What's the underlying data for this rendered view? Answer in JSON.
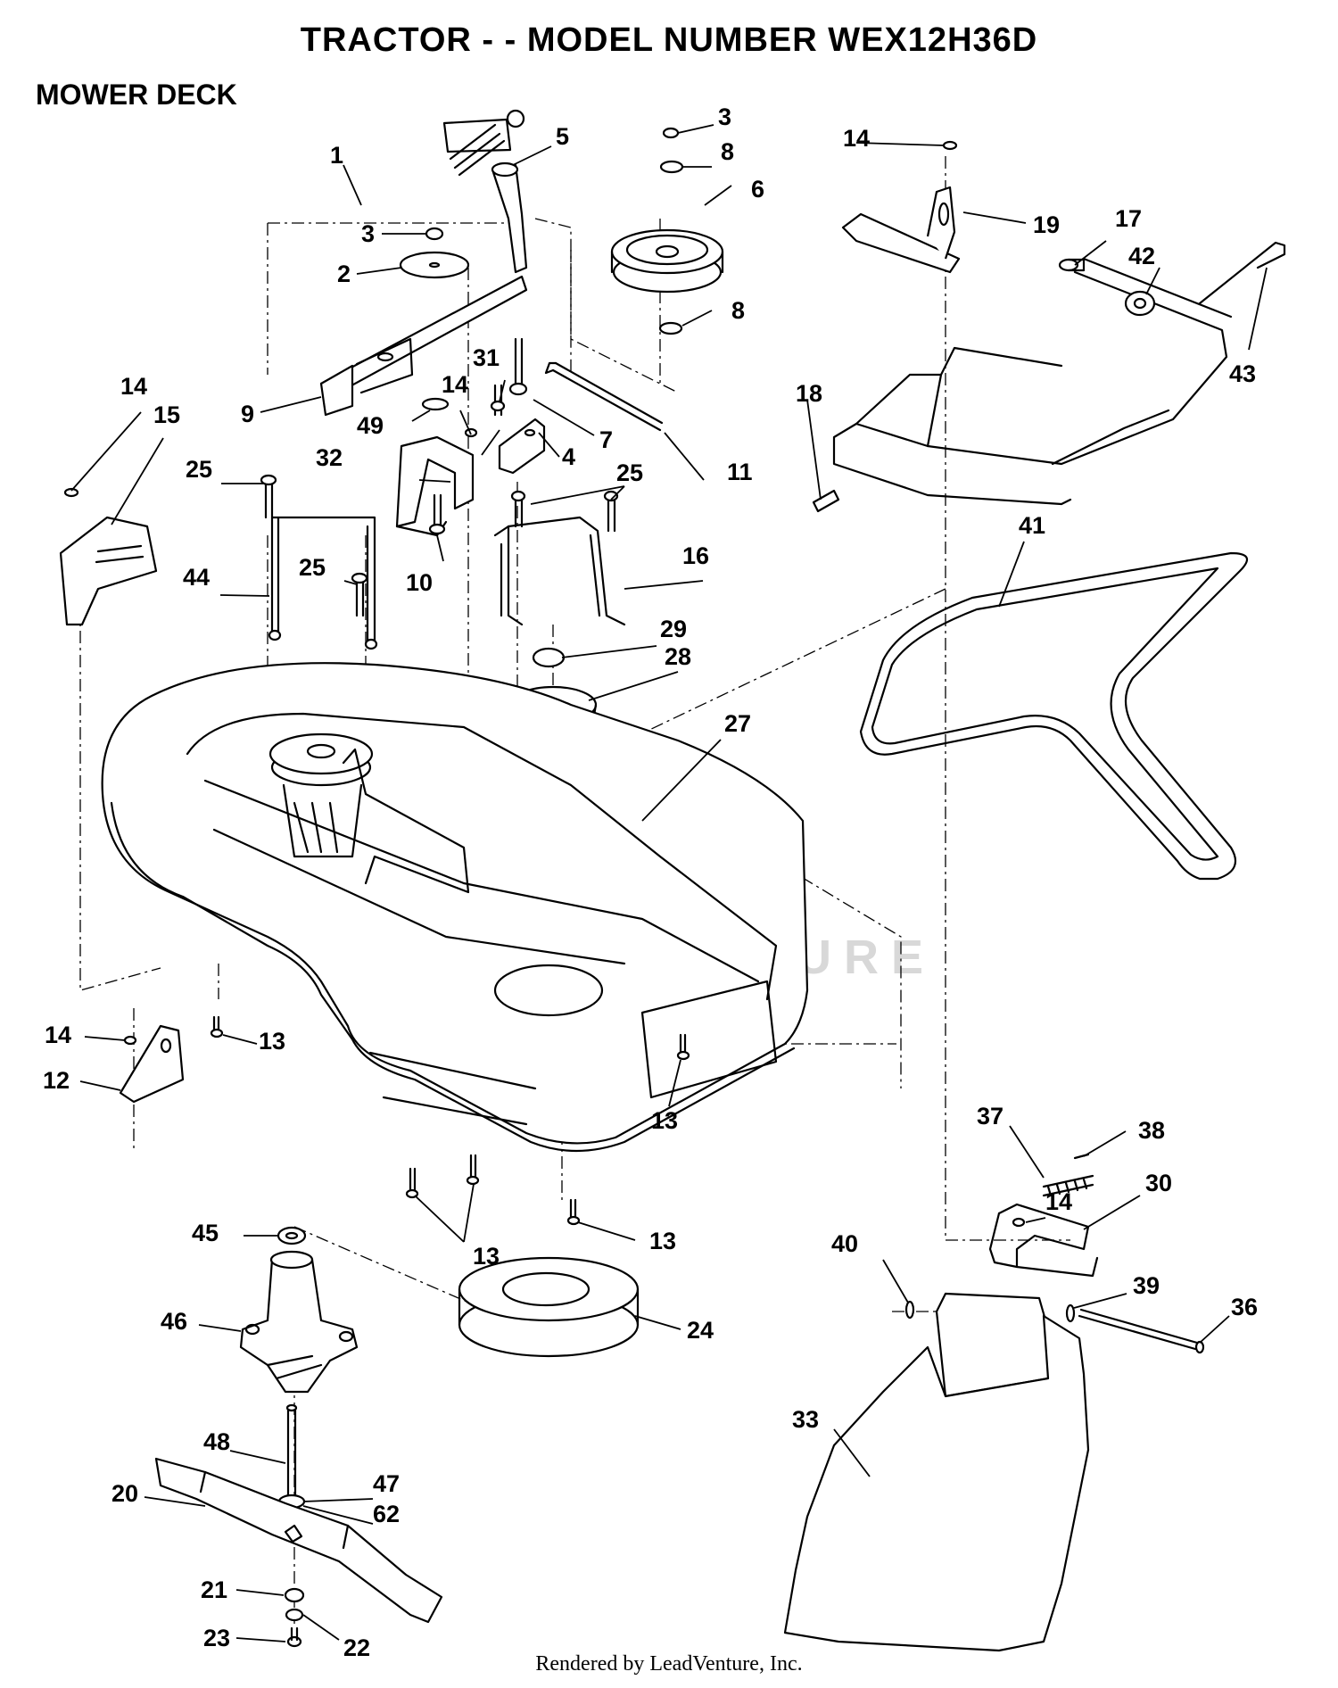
{
  "header": {
    "title": "TRACTOR - - MODEL NUMBER WEX12H36D",
    "section": "MOWER DECK"
  },
  "footer": {
    "text": "Rendered by LeadVenture, Inc."
  },
  "watermark": {
    "text": "LEADVENTURE"
  },
  "callouts": [
    {
      "id": "c1",
      "label": "1"
    },
    {
      "id": "c2",
      "label": "2"
    },
    {
      "id": "c3a",
      "label": "3"
    },
    {
      "id": "c3b",
      "label": "3"
    },
    {
      "id": "c4",
      "label": "4"
    },
    {
      "id": "c5",
      "label": "5"
    },
    {
      "id": "c6",
      "label": "6"
    },
    {
      "id": "c7",
      "label": "7"
    },
    {
      "id": "c8a",
      "label": "8"
    },
    {
      "id": "c8b",
      "label": "8"
    },
    {
      "id": "c9",
      "label": "9"
    },
    {
      "id": "c10",
      "label": "10"
    },
    {
      "id": "c11",
      "label": "11"
    },
    {
      "id": "c12",
      "label": "12"
    },
    {
      "id": "c13a",
      "label": "13"
    },
    {
      "id": "c13b",
      "label": "13"
    },
    {
      "id": "c13c",
      "label": "13"
    },
    {
      "id": "c13d",
      "label": "13"
    },
    {
      "id": "c14a",
      "label": "14"
    },
    {
      "id": "c14b",
      "label": "14"
    },
    {
      "id": "c14c",
      "label": "14"
    },
    {
      "id": "c14d",
      "label": "14"
    },
    {
      "id": "c14e",
      "label": "14"
    },
    {
      "id": "c15",
      "label": "15"
    },
    {
      "id": "c16",
      "label": "16"
    },
    {
      "id": "c17",
      "label": "17"
    },
    {
      "id": "c18",
      "label": "18"
    },
    {
      "id": "c19",
      "label": "19"
    },
    {
      "id": "c20",
      "label": "20"
    },
    {
      "id": "c21",
      "label": "21"
    },
    {
      "id": "c22",
      "label": "22"
    },
    {
      "id": "c23",
      "label": "23"
    },
    {
      "id": "c24",
      "label": "24"
    },
    {
      "id": "c25a",
      "label": "25"
    },
    {
      "id": "c25b",
      "label": "25"
    },
    {
      "id": "c25c",
      "label": "25"
    },
    {
      "id": "c27",
      "label": "27"
    },
    {
      "id": "c28",
      "label": "28"
    },
    {
      "id": "c29",
      "label": "29"
    },
    {
      "id": "c30",
      "label": "30"
    },
    {
      "id": "c31",
      "label": "31"
    },
    {
      "id": "c32",
      "label": "32"
    },
    {
      "id": "c33",
      "label": "33"
    },
    {
      "id": "c36",
      "label": "36"
    },
    {
      "id": "c37",
      "label": "37"
    },
    {
      "id": "c38",
      "label": "38"
    },
    {
      "id": "c39",
      "label": "39"
    },
    {
      "id": "c40",
      "label": "40"
    },
    {
      "id": "c41",
      "label": "41"
    },
    {
      "id": "c42",
      "label": "42"
    },
    {
      "id": "c43",
      "label": "43"
    },
    {
      "id": "c44",
      "label": "44"
    },
    {
      "id": "c45",
      "label": "45"
    },
    {
      "id": "c46",
      "label": "46"
    },
    {
      "id": "c47",
      "label": "47"
    },
    {
      "id": "c48",
      "label": "48"
    },
    {
      "id": "c49",
      "label": "49"
    },
    {
      "id": "c62",
      "label": "62"
    }
  ]
}
